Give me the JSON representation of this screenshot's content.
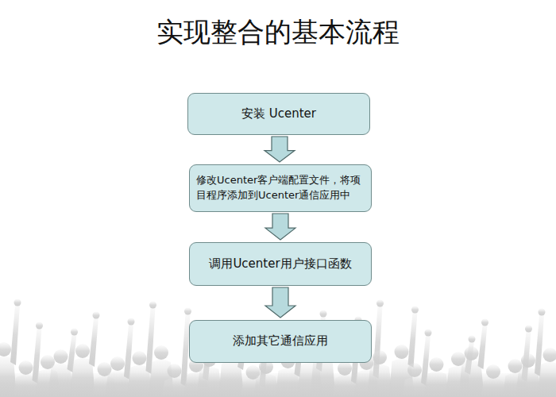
{
  "diagram": {
    "title": "实现整合的基本流程",
    "nodes": [
      {
        "text": [
          "安装 Ucenter"
        ]
      },
      {
        "text": [
          "修改Ucenter客户端配置文件，将项目程序添加到Ucenter通信应用中"
        ]
      },
      {
        "text": [
          "调用Ucenter用户接口函数"
        ]
      },
      {
        "text": [
          "添加其它通信应用"
        ]
      }
    ],
    "edges": [
      {
        "from": 0,
        "to": 1,
        "arrow": "to"
      },
      {
        "from": 1,
        "to": 2,
        "arrow": "to"
      },
      {
        "from": 2,
        "to": 3,
        "arrow": "to"
      }
    ]
  }
}
